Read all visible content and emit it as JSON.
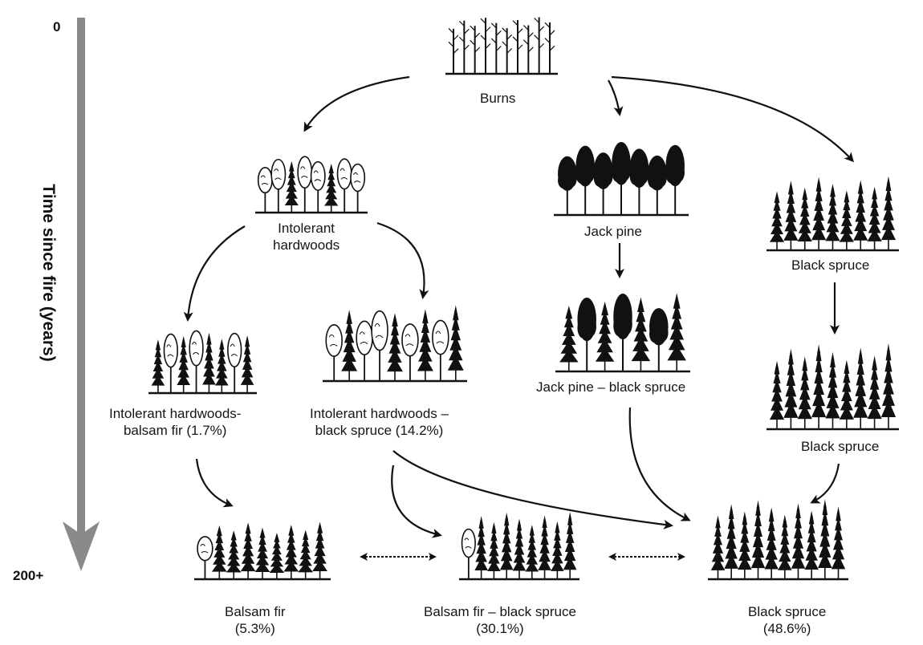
{
  "axis": {
    "label": "Time since fire (years)",
    "start": "0",
    "end": "200+"
  },
  "nodes": {
    "burns": "Burns",
    "intolerant_hardwoods": [
      "Intolerant",
      "hardwoods"
    ],
    "jack_pine": "Jack pine",
    "black_spruce_early": "Black spruce",
    "ih_balsam_fir": [
      "Intolerant hardwoods-",
      "balsam fir  (1.7%)"
    ],
    "ih_black_spruce": [
      "Intolerant hardwoods –",
      "black spruce (14.2%)"
    ],
    "jack_pine_black_spruce": "Jack pine – black spruce",
    "black_spruce_mid": "Black spruce",
    "balsam_fir_final": [
      "Balsam fir",
      "(5.3%)"
    ],
    "balsam_fir_black_spruce_final": [
      "Balsam fir – black spruce",
      "(30.1%)"
    ],
    "black_spruce_final": [
      "Black spruce",
      "(48.6%)"
    ]
  },
  "colors": {
    "axis_arrow": "#8a8a8a",
    "ink": "#111111"
  },
  "icons": [
    "burned-stand-icon",
    "hardwood-stand-icon",
    "conifer-stand-icon"
  ]
}
